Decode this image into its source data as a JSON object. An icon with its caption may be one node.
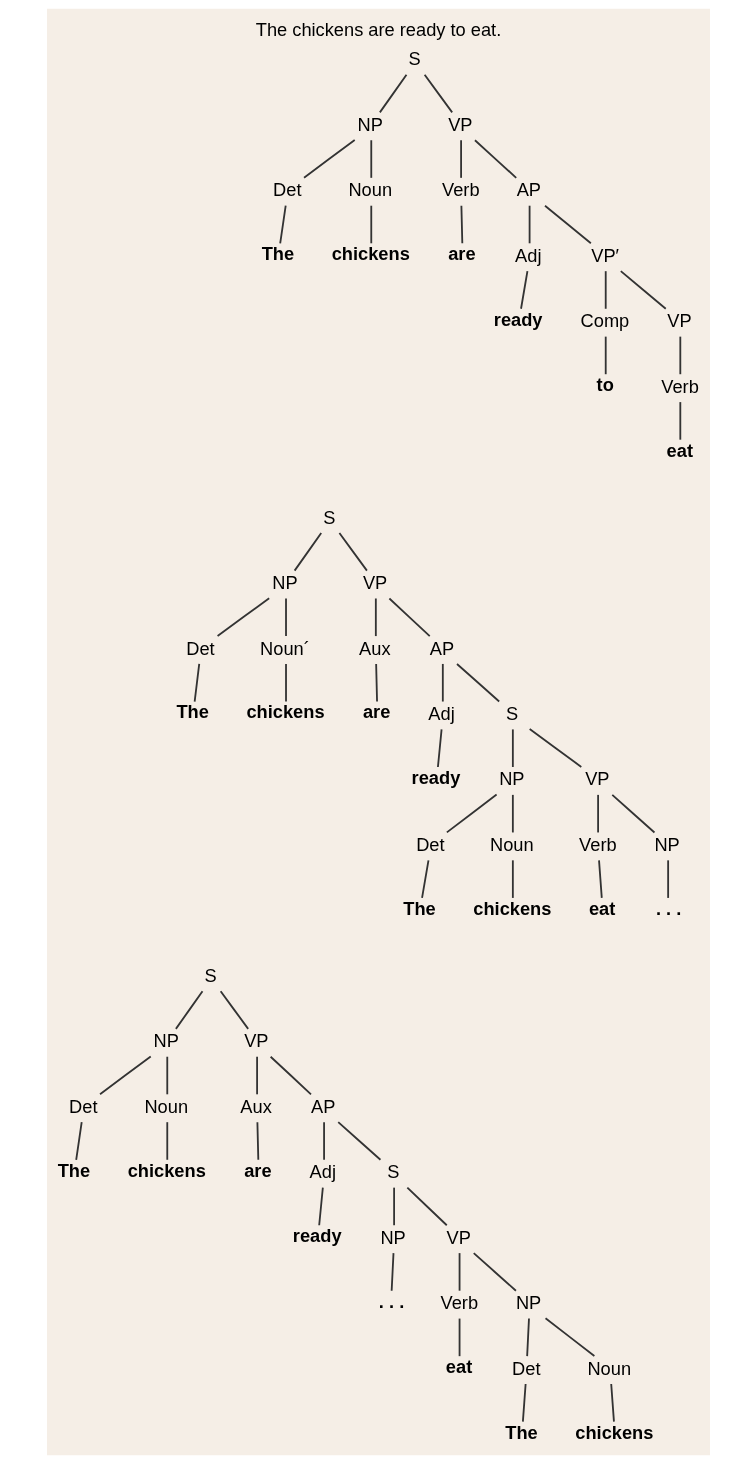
{
  "diagram": {
    "title": "The chickens are ready to eat.",
    "nodes": [
      {
        "text": [
          "S"
        ]
      },
      {
        "text": [
          "NP"
        ]
      },
      {
        "text": [
          "Det"
        ]
      },
      {
        "text": [
          "The"
        ]
      },
      {
        "text": [
          "Noun"
        ]
      },
      {
        "text": [
          "chickens"
        ]
      },
      {
        "text": [
          "VP"
        ]
      },
      {
        "text": [
          "Verb"
        ]
      },
      {
        "text": [
          "are"
        ]
      },
      {
        "text": [
          "AP"
        ]
      },
      {
        "text": [
          "Adj"
        ]
      },
      {
        "text": [
          "ready"
        ]
      },
      {
        "text": [
          "VP′"
        ]
      },
      {
        "text": [
          "Comp"
        ]
      },
      {
        "text": [
          "to"
        ]
      },
      {
        "text": [
          "VP"
        ]
      },
      {
        "text": [
          "Verb"
        ]
      },
      {
        "text": [
          "eat"
        ]
      },
      {
        "text": [
          "S"
        ]
      },
      {
        "text": [
          "NP"
        ]
      },
      {
        "text": [
          "Det"
        ]
      },
      {
        "text": [
          "The"
        ]
      },
      {
        "text": [
          "Noun´"
        ]
      },
      {
        "text": [
          "chickens"
        ]
      },
      {
        "text": [
          "VP"
        ]
      },
      {
        "text": [
          "Aux"
        ]
      },
      {
        "text": [
          "are"
        ]
      },
      {
        "text": [
          "AP"
        ]
      },
      {
        "text": [
          "Adj"
        ]
      },
      {
        "text": [
          "ready"
        ]
      },
      {
        "text": [
          "S"
        ]
      },
      {
        "text": [
          "NP"
        ]
      },
      {
        "text": [
          "Det"
        ]
      },
      {
        "text": [
          "The"
        ]
      },
      {
        "text": [
          "Noun"
        ]
      },
      {
        "text": [
          "chickens"
        ]
      },
      {
        "text": [
          "VP"
        ]
      },
      {
        "text": [
          "Verb"
        ]
      },
      {
        "text": [
          "eat"
        ]
      },
      {
        "text": [
          "NP"
        ]
      },
      {
        "text": [
          ". . ."
        ]
      },
      {
        "text": [
          "S"
        ]
      },
      {
        "text": [
          "NP"
        ]
      },
      {
        "text": [
          "Det"
        ]
      },
      {
        "text": [
          "The"
        ]
      },
      {
        "text": [
          "Noun"
        ]
      },
      {
        "text": [
          "chickens"
        ]
      },
      {
        "text": [
          "VP"
        ]
      },
      {
        "text": [
          "Aux"
        ]
      },
      {
        "text": [
          "are"
        ]
      },
      {
        "text": [
          "AP"
        ]
      },
      {
        "text": [
          "Adj"
        ]
      },
      {
        "text": [
          "ready"
        ]
      },
      {
        "text": [
          "S"
        ]
      },
      {
        "text": [
          "NP"
        ]
      },
      {
        "text": [
          ". . ."
        ]
      },
      {
        "text": [
          "VP"
        ]
      },
      {
        "text": [
          "Verb"
        ]
      },
      {
        "text": [
          "eat"
        ]
      },
      {
        "text": [
          "NP"
        ]
      },
      {
        "text": [
          "Det"
        ]
      },
      {
        "text": [
          "The"
        ]
      },
      {
        "text": [
          "Noun"
        ]
      },
      {
        "text": [
          "chickens"
        ]
      }
    ],
    "edges": [
      {
        "from": 0,
        "to": 1,
        "arrow": "none"
      },
      {
        "from": 1,
        "to": 2,
        "arrow": "none"
      },
      {
        "from": 2,
        "to": 3,
        "arrow": "none"
      },
      {
        "from": 1,
        "to": 4,
        "arrow": "none"
      },
      {
        "from": 4,
        "to": 5,
        "arrow": "none"
      },
      {
        "from": 0,
        "to": 6,
        "arrow": "none"
      },
      {
        "from": 6,
        "to": 7,
        "arrow": "none"
      },
      {
        "from": 7,
        "to": 8,
        "arrow": "none"
      },
      {
        "from": 6,
        "to": 9,
        "arrow": "none"
      },
      {
        "from": 9,
        "to": 10,
        "arrow": "none"
      },
      {
        "from": 10,
        "to": 11,
        "arrow": "none"
      },
      {
        "from": 9,
        "to": 12,
        "arrow": "none"
      },
      {
        "from": 12,
        "to": 13,
        "arrow": "none"
      },
      {
        "from": 13,
        "to": 14,
        "arrow": "none"
      },
      {
        "from": 12,
        "to": 15,
        "arrow": "none"
      },
      {
        "from": 15,
        "to": 16,
        "arrow": "none"
      },
      {
        "from": 16,
        "to": 17,
        "arrow": "none"
      },
      {
        "from": 18,
        "to": 19,
        "arrow": "none"
      },
      {
        "from": 19,
        "to": 20,
        "arrow": "none"
      },
      {
        "from": 20,
        "to": 21,
        "arrow": "none"
      },
      {
        "from": 19,
        "to": 22,
        "arrow": "none"
      },
      {
        "from": 22,
        "to": 23,
        "arrow": "none"
      },
      {
        "from": 18,
        "to": 24,
        "arrow": "none"
      },
      {
        "from": 24,
        "to": 25,
        "arrow": "none"
      },
      {
        "from": 25,
        "to": 26,
        "arrow": "none"
      },
      {
        "from": 24,
        "to": 27,
        "arrow": "none"
      },
      {
        "from": 27,
        "to": 28,
        "arrow": "none"
      },
      {
        "from": 28,
        "to": 29,
        "arrow": "none"
      },
      {
        "from": 27,
        "to": 30,
        "arrow": "none"
      },
      {
        "from": 30,
        "to": 31,
        "arrow": "none"
      },
      {
        "from": 31,
        "to": 32,
        "arrow": "none"
      },
      {
        "from": 32,
        "to": 33,
        "arrow": "none"
      },
      {
        "from": 31,
        "to": 34,
        "arrow": "none"
      },
      {
        "from": 34,
        "to": 35,
        "arrow": "none"
      },
      {
        "from": 30,
        "to": 36,
        "arrow": "none"
      },
      {
        "from": 36,
        "to": 37,
        "arrow": "none"
      },
      {
        "from": 37,
        "to": 38,
        "arrow": "none"
      },
      {
        "from": 36,
        "to": 39,
        "arrow": "none"
      },
      {
        "from": 39,
        "to": 40,
        "arrow": "none"
      },
      {
        "from": 41,
        "to": 42,
        "arrow": "none"
      },
      {
        "from": 42,
        "to": 43,
        "arrow": "none"
      },
      {
        "from": 43,
        "to": 44,
        "arrow": "none"
      },
      {
        "from": 42,
        "to": 45,
        "arrow": "none"
      },
      {
        "from": 45,
        "to": 46,
        "arrow": "none"
      },
      {
        "from": 41,
        "to": 47,
        "arrow": "none"
      },
      {
        "from": 47,
        "to": 48,
        "arrow": "none"
      },
      {
        "from": 48,
        "to": 49,
        "arrow": "none"
      },
      {
        "from": 47,
        "to": 50,
        "arrow": "none"
      },
      {
        "from": 50,
        "to": 51,
        "arrow": "none"
      },
      {
        "from": 51,
        "to": 52,
        "arrow": "none"
      },
      {
        "from": 50,
        "to": 53,
        "arrow": "none"
      },
      {
        "from": 53,
        "to": 54,
        "arrow": "none"
      },
      {
        "from": 54,
        "to": 55,
        "arrow": "none"
      },
      {
        "from": 53,
        "to": 56,
        "arrow": "none"
      },
      {
        "from": 56,
        "to": 57,
        "arrow": "none"
      },
      {
        "from": 57,
        "to": 58,
        "arrow": "none"
      },
      {
        "from": 56,
        "to": 59,
        "arrow": "none"
      },
      {
        "from": 59,
        "to": 60,
        "arrow": "none"
      },
      {
        "from": 60,
        "to": 61,
        "arrow": "none"
      },
      {
        "from": 59,
        "to": 62,
        "arrow": "none"
      },
      {
        "from": 62,
        "to": 63,
        "arrow": "none"
      }
    ]
  }
}
